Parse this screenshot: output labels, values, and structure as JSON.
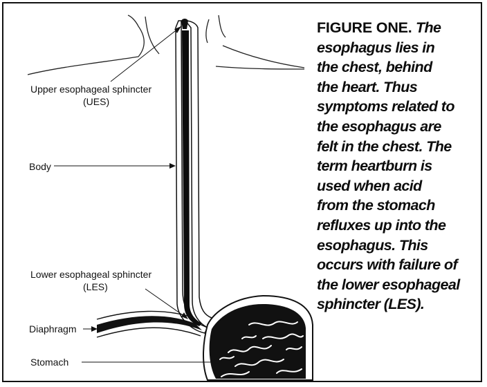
{
  "labels": {
    "ues_line1": "Upper esophageal sphincter",
    "ues_line2": "(UES)",
    "body": "Body",
    "les_line1": "Lower esophageal sphincter",
    "les_line2": "(LES)",
    "diaphragm": "Diaphragm",
    "stomach": "Stomach"
  },
  "caption": {
    "lead": "FIGURE ONE.",
    "lines": [
      "The",
      "esophagus lies in",
      "the chest, behind",
      "the heart. Thus",
      "symptoms related to",
      "the esophagus are",
      "felt in the chest. The",
      "term heartburn is",
      "used when acid",
      "from the stomach",
      "refluxes up into the",
      "esophagus. This",
      "occurs with failure of",
      "the lower esophageal",
      "sphincter (LES)."
    ]
  }
}
